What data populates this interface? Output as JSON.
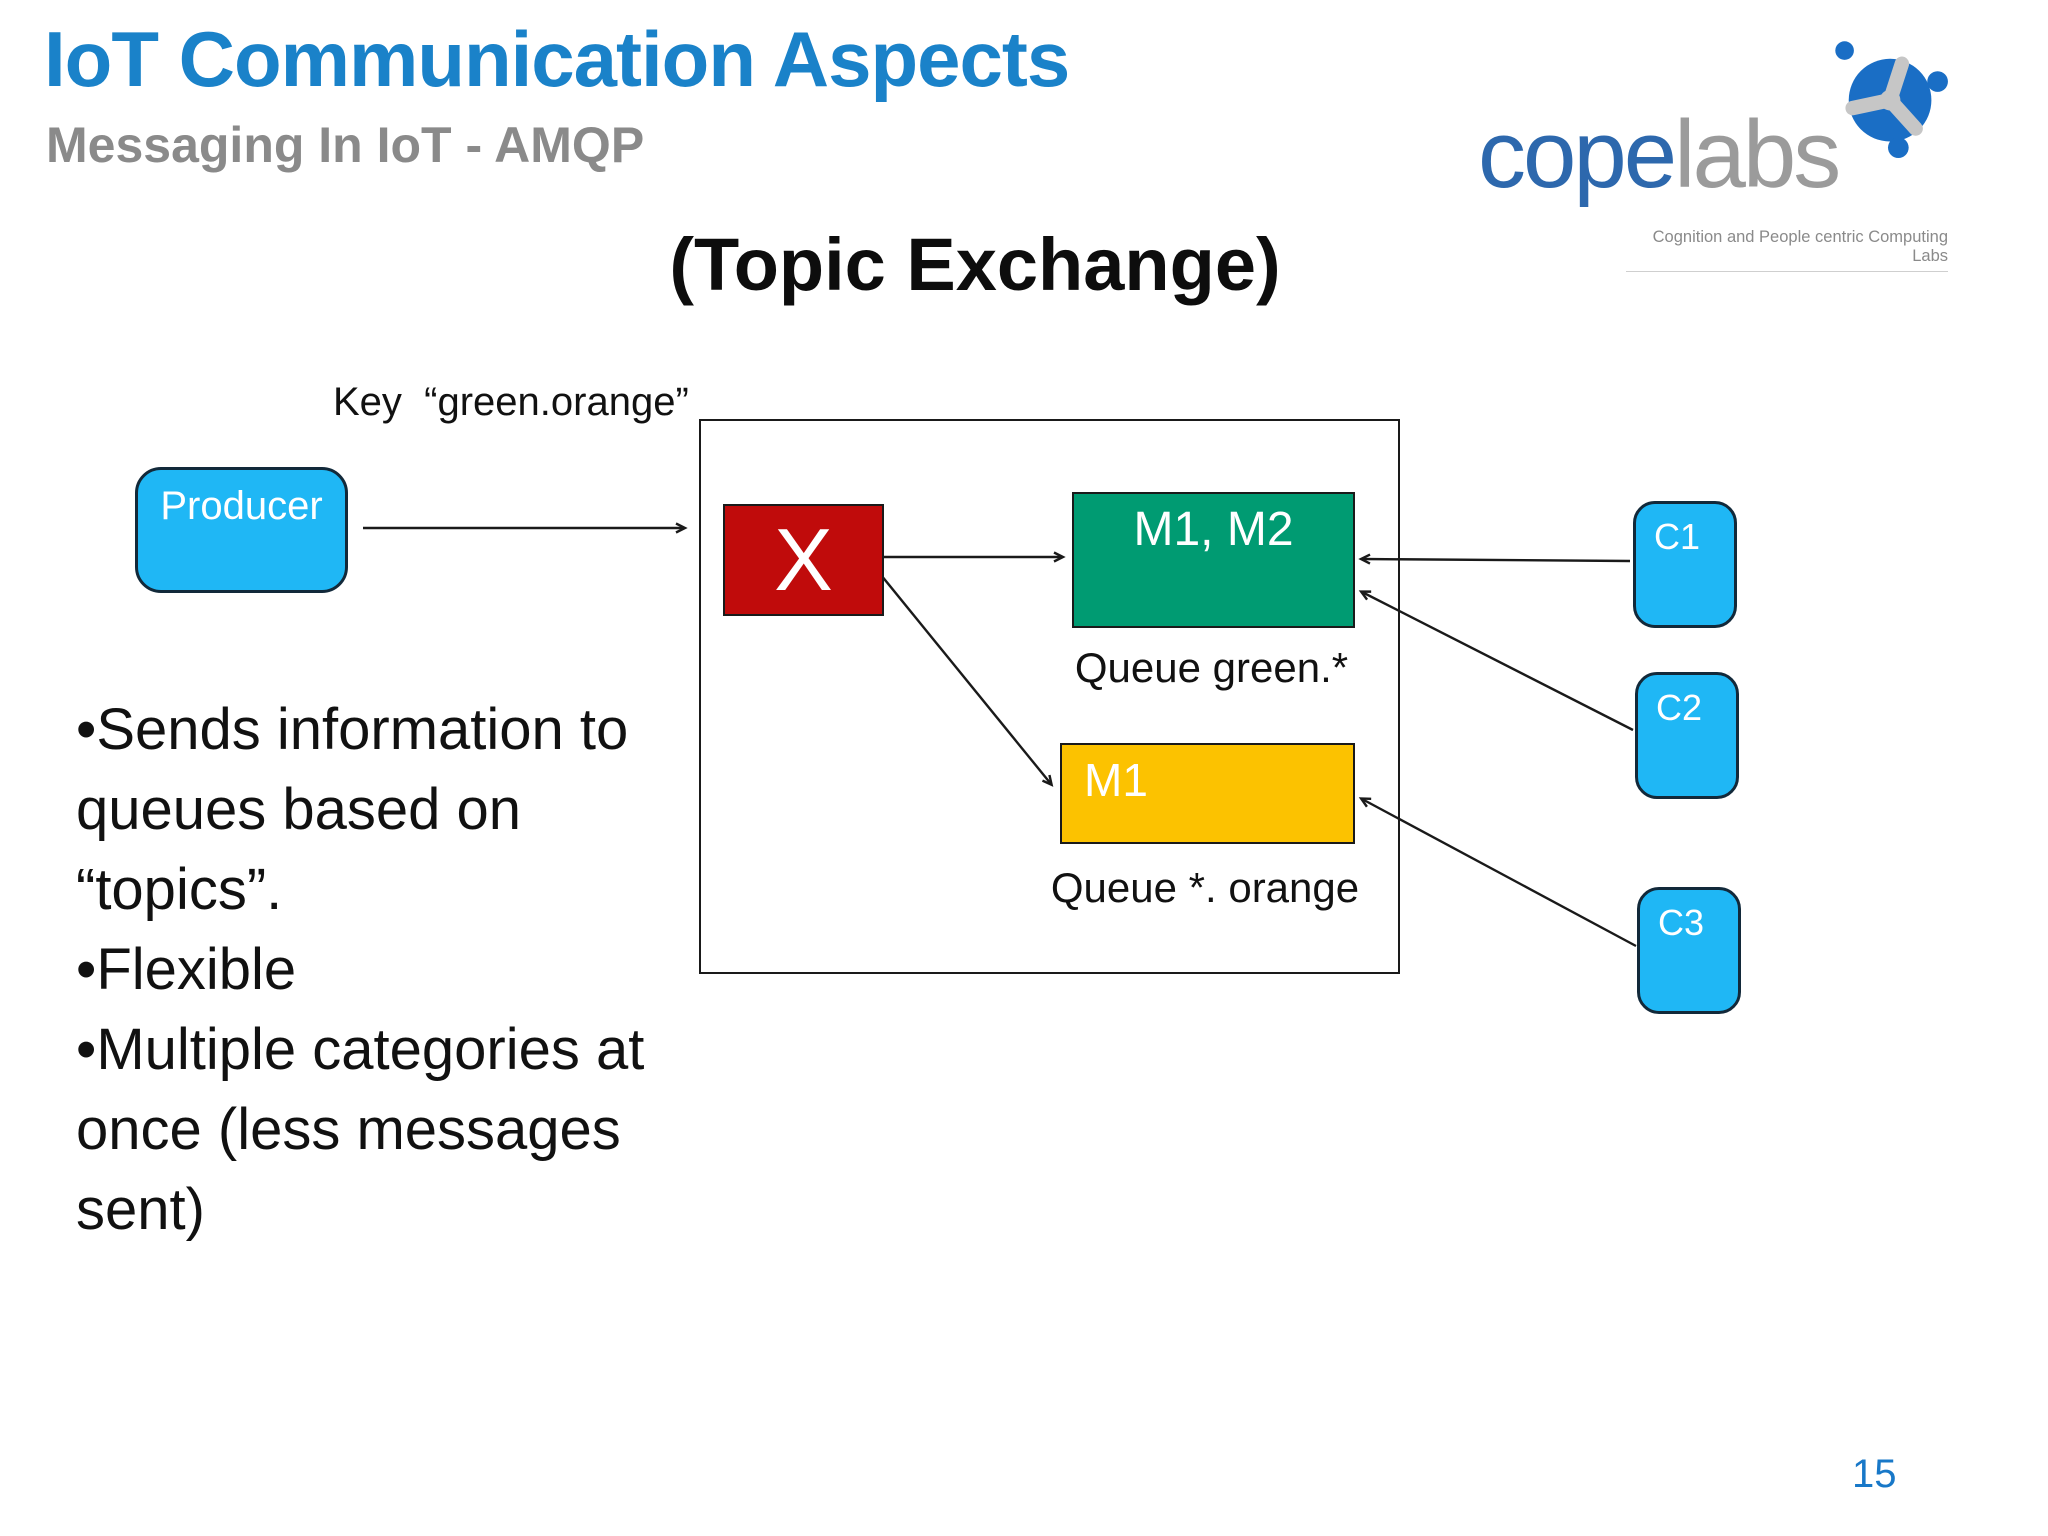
{
  "slide": {
    "title": "IoT Communication Aspects",
    "subtitle": "Messaging In IoT - AMQP",
    "heading": "(Topic Exchange)",
    "page_number": "15",
    "colors": {
      "title_blue": "#1a82c9",
      "subtitle_gray": "#8a8a8a",
      "exchange_red": "#c00b0b",
      "queue_green": "#009b72",
      "queue_yellow": "#fcc200",
      "node_cyan": "#1fb7f5",
      "node_border": "#12293a",
      "page_number_blue": "#1878c8"
    }
  },
  "logo": {
    "word_blue": "cope",
    "word_gray": "labs",
    "tagline": "Cognition and People centric Computing Labs",
    "emblem": "copelabs-swirl-icon"
  },
  "diagram": {
    "key_label": "Key  “green.orange”",
    "producer": {
      "label": "Producer"
    },
    "exchange": {
      "label": "X"
    },
    "queue_green": {
      "label": "M1, M2",
      "caption": "Queue green.*"
    },
    "queue_orange": {
      "label": "M1",
      "caption": "Queue *. orange"
    },
    "consumers": [
      {
        "label": "C1"
      },
      {
        "label": "C2"
      },
      {
        "label": "C3"
      }
    ]
  },
  "bullets": {
    "marker": "•",
    "items": [
      {
        "lines": [
          "Sends information to",
          "queues based on",
          "“topics”."
        ]
      },
      {
        "lines": [
          "Flexible"
        ]
      },
      {
        "lines": [
          "Multiple categories at",
          "once (less messages",
          "sent)"
        ]
      }
    ]
  }
}
